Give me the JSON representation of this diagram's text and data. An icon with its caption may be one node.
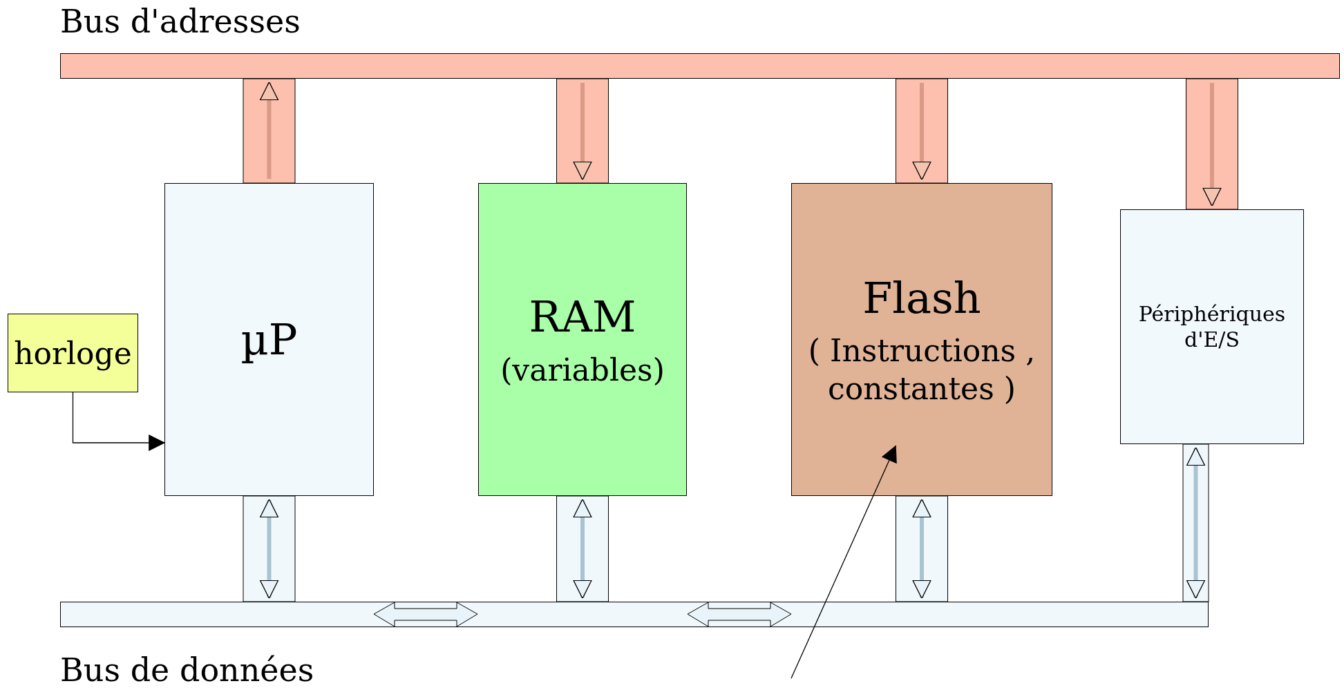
{
  "diagram": {
    "nodes": [
      {
        "text": [
          "Bus d'adresses"
        ]
      },
      {
        "text": [
          "µP"
        ]
      },
      {
        "text": [
          "RAM",
          "(variables)"
        ]
      },
      {
        "text": [
          "Flash",
          "( Instructions , constantes )"
        ]
      },
      {
        "text": [
          "Périphériques d'E/S"
        ]
      },
      {
        "text": [
          "horloge"
        ]
      },
      {
        "text": [
          "Bus de données"
        ]
      }
    ],
    "edges": [
      {
        "from": 1,
        "to": 0,
        "arrow": "to"
      },
      {
        "from": 0,
        "to": 2,
        "arrow": "to"
      },
      {
        "from": 0,
        "to": 3,
        "arrow": "to"
      },
      {
        "from": 0,
        "to": 4,
        "arrow": "to"
      },
      {
        "from": 5,
        "to": 1,
        "arrow": "to",
        "color": "#000000"
      },
      {
        "from": 6,
        "to": 1,
        "arrow": "both"
      },
      {
        "from": 6,
        "to": 2,
        "arrow": "both"
      },
      {
        "from": 6,
        "to": 3,
        "arrow": "both"
      },
      {
        "from": 6,
        "to": 4,
        "arrow": "both"
      },
      {
        "from": null,
        "to": 3,
        "arrow": "to",
        "color": "#000000"
      }
    ]
  }
}
